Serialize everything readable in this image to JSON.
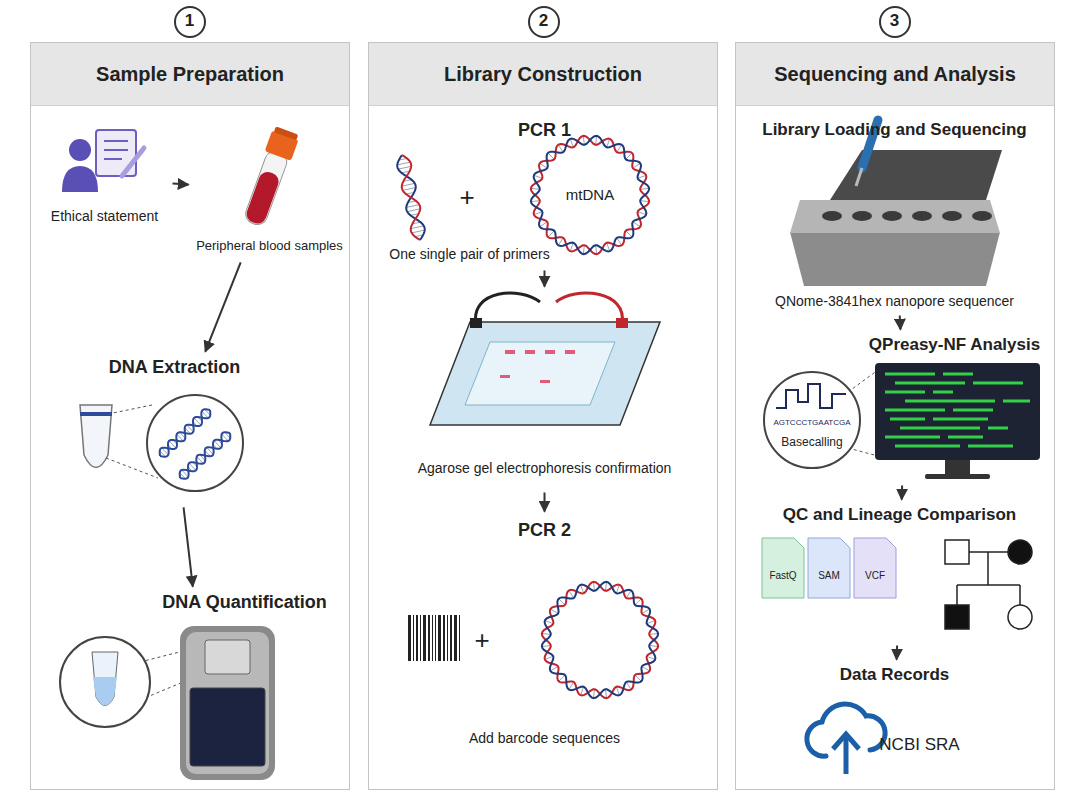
{
  "diagram": {
    "nodes": [
      {
        "text": [
          "Sample Preparation"
        ]
      },
      {
        "text": [
          "1"
        ],
        "in": 0
      },
      {
        "text": [
          "Ethical statement"
        ],
        "in": 0
      },
      {
        "text": [
          "Peripheral blood samples"
        ],
        "in": 0
      },
      {
        "text": [
          "DNA Extraction"
        ],
        "in": 0
      },
      {
        "text": [
          "DNA Quantification"
        ],
        "in": 0
      },
      {
        "text": [
          "Library Construction"
        ]
      },
      {
        "text": [
          "2"
        ],
        "in": 6
      },
      {
        "text": [
          "PCR 1",
          "One single pair of primers"
        ],
        "in": 6
      },
      {
        "text": [
          "Agarose gel electrophoresis confirmation"
        ],
        "in": 6
      },
      {
        "text": [
          "PCR 2",
          "Add barcode sequences"
        ],
        "in": 6
      },
      {
        "text": [
          "Sequencing and Analysis"
        ]
      },
      {
        "text": [
          "3"
        ],
        "in": 11
      },
      {
        "text": [
          "Library Loading and Sequencing",
          "QNome-3841hex nanopore sequencer"
        ],
        "in": 11
      },
      {
        "text": [
          "QPreasy-NF Analysis"
        ],
        "in": 11
      },
      {
        "text": [
          "QC and Lineage Comparison"
        ],
        "in": 11
      },
      {
        "text": [
          "Data Records",
          "NCBI SRA"
        ],
        "in": 11
      }
    ],
    "edges": [
      {
        "from": 2,
        "to": 3,
        "arrow": "to"
      },
      {
        "from": 3,
        "to": 4,
        "arrow": "to"
      },
      {
        "from": 4,
        "to": 5,
        "arrow": "to"
      },
      {
        "from": 8,
        "to": 9,
        "arrow": "to"
      },
      {
        "from": 9,
        "to": 10,
        "arrow": "to"
      },
      {
        "from": 13,
        "to": 14,
        "arrow": "to"
      },
      {
        "from": 14,
        "to": 15,
        "arrow": "to"
      },
      {
        "from": 15,
        "to": 16,
        "arrow": "to"
      }
    ],
    "labels": [
      "+",
      "mtDNA",
      "+",
      "AGTCCCTGAATCGA",
      "Basecalling",
      "FastQ",
      "SAM",
      "VCF"
    ]
  }
}
